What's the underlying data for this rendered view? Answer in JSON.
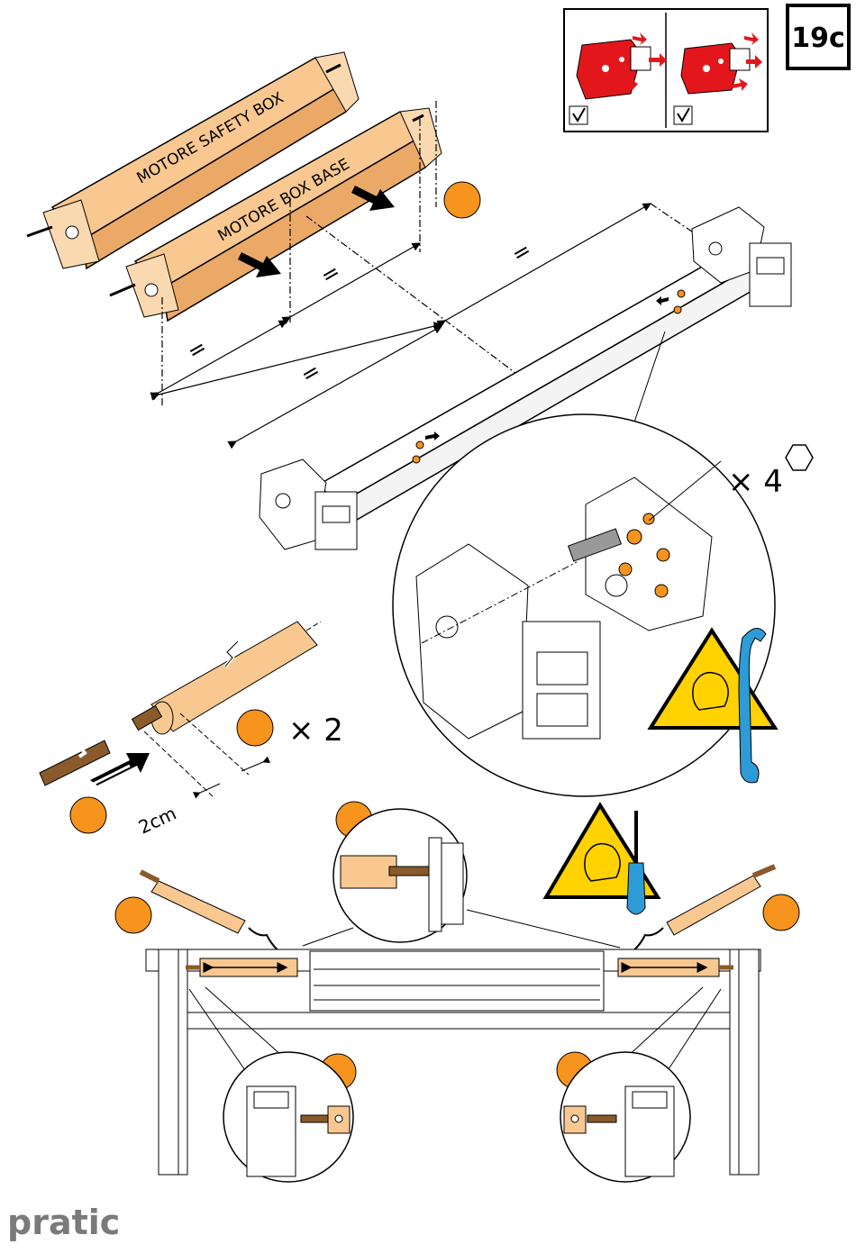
{
  "step_badge": "19c",
  "motor_labels": {
    "safety_box": "MOTORE SAFETY BOX",
    "box_base": "MOTORE BOX BASE"
  },
  "equal_sign": "=",
  "quantities": {
    "bolts": "× 4",
    "tubes": "× 2"
  },
  "measurement": "2cm",
  "brand": "pratic",
  "colors": {
    "step_marker": "#F7941D",
    "motor_body": "#F9C890",
    "warning": "#FFD200",
    "wood": "#8B5A2B",
    "check_red": "#E3171B",
    "tool_blue": "#2E9BD6"
  }
}
